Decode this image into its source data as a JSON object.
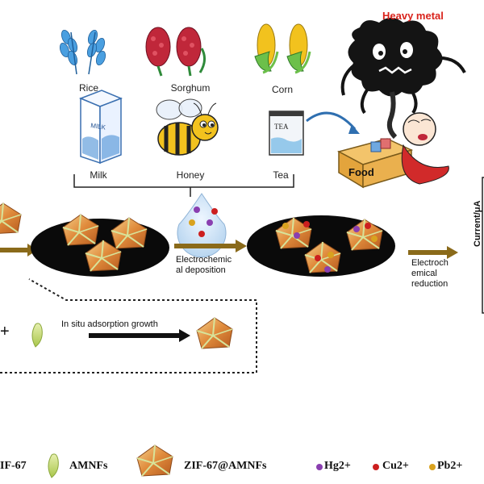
{
  "top_foods": [
    {
      "label": "Rice"
    },
    {
      "label": "Sorghum"
    },
    {
      "label": "Corn"
    },
    {
      "label": "Milk"
    },
    {
      "label": "Honey"
    },
    {
      "label": "Tea"
    }
  ],
  "milk_carton_text": "MILK",
  "tea_can_text": "TEA",
  "heavy_metal_title": "Heavy metal",
  "food_box_label": "Food",
  "steps": {
    "electrochemical_deposition": "Electrochemic\nal deposition",
    "electrochemical_reduction": "Electroch\nemical\nreduction",
    "in_situ": "In situ adsorption growth",
    "plus": "+"
  },
  "y_axis_label": "Current/μA",
  "legend": {
    "zif67": "IF-67",
    "amnfs": "AMNFs",
    "zif67_amnfs": "ZIF-67@AMNFs",
    "hg": "Hg2+",
    "cu": "Cu2+",
    "pb": "Pb2+",
    "bullet": "•"
  },
  "colors": {
    "hg": "#8a3fb0",
    "cu": "#cc1f1f",
    "pb": "#d9a21f",
    "arrow": "#8a6a1a",
    "leaf": "#a8c64a",
    "heavy_metal": "#d9241d"
  }
}
